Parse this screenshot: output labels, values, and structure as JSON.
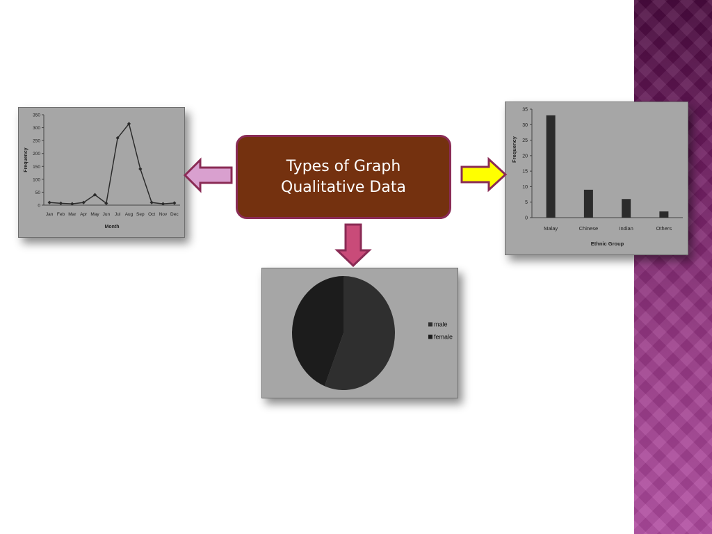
{
  "colors": {
    "band": "#7a2468",
    "center_fill": "#74310f",
    "center_border": "#8a2b55",
    "arrow_left": "#d9a0cf",
    "arrow_right": "#ffff00",
    "arrow_down": "#c94b79",
    "panel_bg": "#a6a6a6",
    "mark": "#2b2b2b"
  },
  "center": {
    "line1": "Types of Graph",
    "line2": "Qualitative Data"
  },
  "icons": {
    "left": "arrow-left-icon",
    "right": "arrow-right-icon",
    "down": "arrow-down-icon"
  },
  "chart_data": [
    {
      "type": "line",
      "categories": [
        "Jan",
        "Feb",
        "Mar",
        "Apr",
        "May",
        "Jun",
        "Jul",
        "Aug",
        "Sep",
        "Oct",
        "Nov",
        "Dec"
      ],
      "series": [
        {
          "values": [
            10,
            7,
            5,
            10,
            40,
            7,
            260,
            315,
            140,
            10,
            5,
            8
          ]
        }
      ],
      "xlabel": "Month",
      "ylabel": "Frequency",
      "ylim": [
        0,
        350
      ],
      "yticks": [
        0,
        50,
        100,
        150,
        200,
        250,
        300,
        350
      ],
      "grid": false,
      "title": ""
    },
    {
      "type": "bar",
      "categories": [
        "Malay",
        "Chinese",
        "Indian",
        "Others"
      ],
      "values": [
        33,
        9,
        6,
        2
      ],
      "xlabel": "Ethnic Group",
      "ylabel": "Frequency",
      "ylim": [
        0,
        35
      ],
      "yticks": [
        0,
        5,
        10,
        15,
        20,
        25,
        30,
        35
      ],
      "grid": false,
      "title": ""
    },
    {
      "type": "pie",
      "categories": [
        "male",
        "female"
      ],
      "values": [
        56,
        44
      ],
      "colors": [
        "#2f2f2f",
        "#1c1c1c"
      ],
      "legend": "right",
      "title": ""
    }
  ]
}
